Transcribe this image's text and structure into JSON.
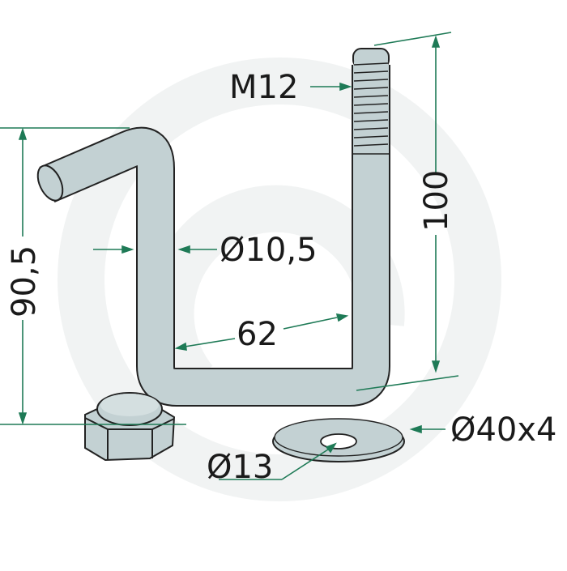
{
  "colors": {
    "background": "#ffffff",
    "watermark": "#f1f3f3",
    "dimension_line": "#1e7a56",
    "part_fill": "#c3d1d3",
    "part_outline": "#222222",
    "text": "#1a1a1a"
  },
  "labels": {
    "thread": "M12",
    "height": "100",
    "left_height": "90,5",
    "rod_diameter": "Ø10,5",
    "width": "62",
    "washer": "Ø40x4",
    "hole": "Ø13"
  }
}
